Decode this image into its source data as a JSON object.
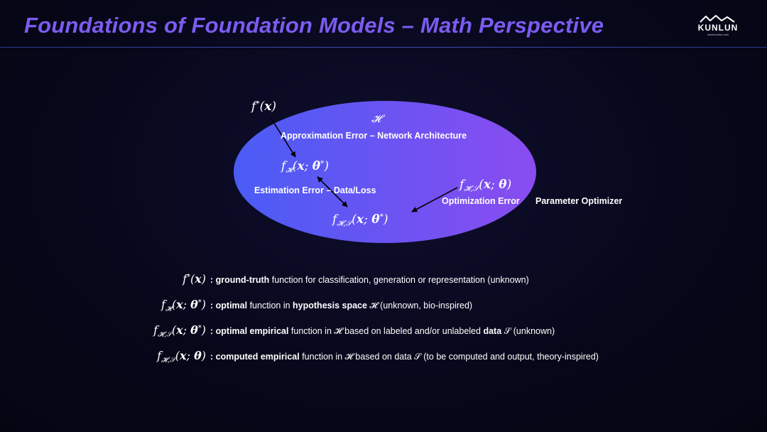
{
  "header": {
    "title": "Foundations of Foundation Models – Math Perspective",
    "logo_text": "KUNLUN",
    "logo_subtext": "www.kunlun.com"
  },
  "colors": {
    "title": "#7b5cf0",
    "ellipse_start": "#4a5cf5",
    "ellipse_end": "#8a4cf0",
    "background": "#07071a"
  },
  "diagram": {
    "space_symbol": "𝓗",
    "f_star": "f*(x)",
    "f_h": "f_H(x; θ*)",
    "f_hs_star": "f_{H,S}(x; θ*)",
    "f_hs": "f_{H,S}(x; θ)",
    "labels": {
      "approximation": "Approximation Error – Network Architecture",
      "estimation": "Estimation Error – Data/Loss",
      "optimization": "Optimization Error",
      "optimizer": "Parameter Optimizer"
    }
  },
  "legend": [
    {
      "parts": [
        ": ",
        "ground-truth",
        " function for classification, generation or representation (unknown)"
      ]
    },
    {
      "parts": [
        ": ",
        "optimal",
        " function in ",
        "hypothesis space",
        " 𝓗 (unknown, bio-inspired)"
      ]
    },
    {
      "parts": [
        ": ",
        "optimal empirical",
        " function in 𝓗 based on labeled and/or unlabeled ",
        "data",
        " 𝒮 (unknown)"
      ]
    },
    {
      "parts": [
        ": ",
        "computed empirical",
        " function in 𝓗 based on data 𝒮 (to be computed and output, theory-inspired)"
      ]
    }
  ]
}
